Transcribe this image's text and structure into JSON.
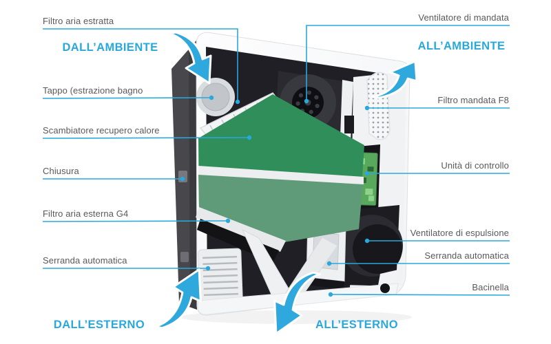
{
  "diagram": {
    "left_labels": [
      {
        "text": "Filtro aria estratta"
      },
      {
        "text": "Tappo (estrazione bagno"
      },
      {
        "text": "Scambiatore recupero calore"
      },
      {
        "text": "Chiusura"
      },
      {
        "text": "Filtro aria esterna G4"
      },
      {
        "text": "Serranda automatica"
      }
    ],
    "right_labels": [
      {
        "text": "Ventilatore di mandata"
      },
      {
        "text": "Filtro mandata F8"
      },
      {
        "text": "Unità di controllo"
      },
      {
        "text": "Ventilatore di espulsione"
      },
      {
        "text": "Serranda automatica"
      },
      {
        "text": "Bacinella"
      }
    ],
    "flow_labels": {
      "top_left": "DALL’AMBIENTE",
      "top_right": "ALL’AMBIENTE",
      "bottom_left": "DALL’ESTERNO",
      "bottom_center": "ALL’ESTERNO"
    },
    "icons": {
      "flow_arrow": "curved-flow-arrow"
    },
    "colors": {
      "accent": "#29a8dc",
      "label_text": "#58595b",
      "exchanger_green_dark": "#2f8e59",
      "exchanger_green_muted": "#609b79",
      "pcb_green": "#58a95c"
    }
  }
}
